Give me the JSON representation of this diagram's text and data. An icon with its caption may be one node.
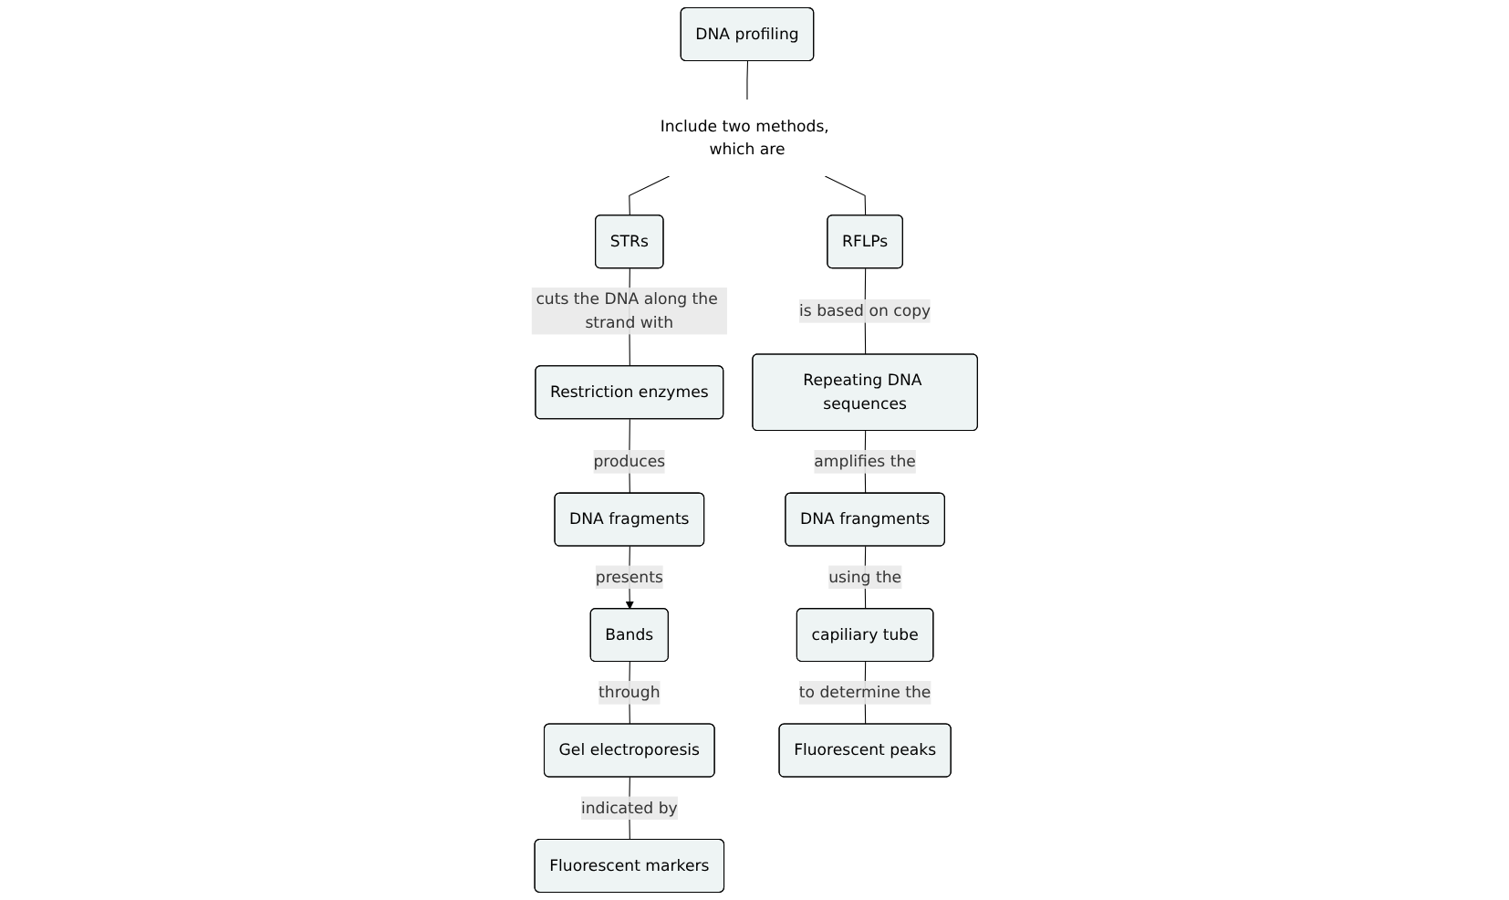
{
  "diagram": {
    "nodes": [
      {
        "text": [
          "DNA profiling"
        ]
      },
      {
        "text": [
          "Include two methods, which are"
        ]
      },
      {
        "text": [
          "STRs"
        ]
      },
      {
        "text": [
          "RFLPs"
        ]
      },
      {
        "text": [
          "Restriction enzymes"
        ]
      },
      {
        "text": [
          "Repeating DNA sequences"
        ]
      },
      {
        "text": [
          "DNA fragments"
        ]
      },
      {
        "text": [
          "Bands"
        ]
      },
      {
        "text": [
          "Gel electroporesis"
        ]
      },
      {
        "text": [
          "Fluorescent markers"
        ]
      },
      {
        "text": [
          "DNA frangments"
        ]
      },
      {
        "text": [
          "capiliary tube"
        ]
      },
      {
        "text": [
          "Fluorescent peaks"
        ]
      }
    ],
    "edges": [
      {
        "from": 0,
        "to": 1,
        "arrow": "none"
      },
      {
        "from": 1,
        "to": 2,
        "arrow": "none"
      },
      {
        "from": 1,
        "to": 3,
        "arrow": "none"
      },
      {
        "from": 2,
        "to": 4,
        "arrow": "none",
        "label": "cuts the DNA along the strand with"
      },
      {
        "from": 3,
        "to": 5,
        "arrow": "none",
        "label": "is based on copy"
      },
      {
        "from": 4,
        "to": 6,
        "arrow": "none",
        "label": "produces"
      },
      {
        "from": 6,
        "to": 7,
        "arrow": "to",
        "label": "presents"
      },
      {
        "from": 7,
        "to": 8,
        "arrow": "none",
        "label": "through"
      },
      {
        "from": 8,
        "to": 9,
        "arrow": "none",
        "label": "indicated by"
      },
      {
        "from": 5,
        "to": 10,
        "arrow": "none",
        "label": "amplifies the"
      },
      {
        "from": 10,
        "to": 11,
        "arrow": "none",
        "label": "using the"
      },
      {
        "from": 11,
        "to": 12,
        "arrow": "none",
        "label": "to determine the"
      }
    ]
  }
}
